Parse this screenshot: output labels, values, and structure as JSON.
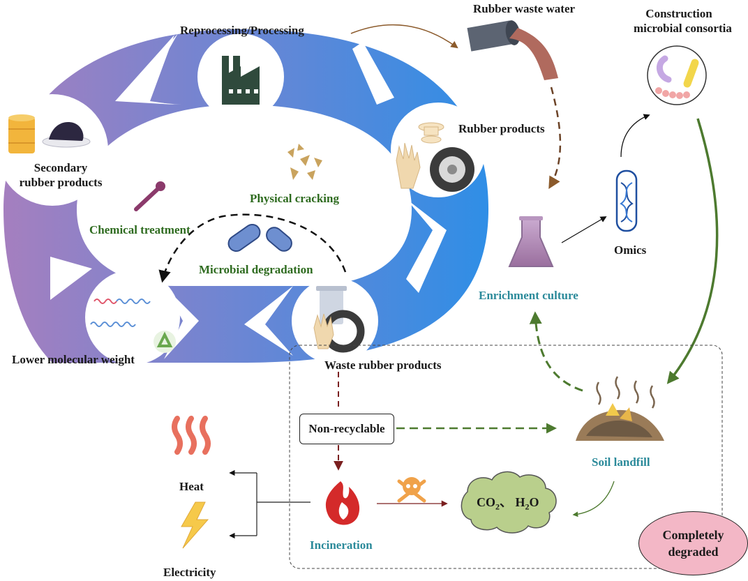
{
  "labels": {
    "reprocessing": "Reprocessing/Processing",
    "rubber_waste_water": "Rubber waste water",
    "construction_line1": "Construction",
    "construction_line2": "microbial consortia",
    "rubber_products": "Rubber products",
    "secondary_line1": "Secondary",
    "secondary_line2": "rubber products",
    "physical_cracking": "Physical cracking",
    "chemical_treatment": "Chemical treatment",
    "microbial_degradation": "Microbial degradation",
    "lower_molecular_weight": "Lower molecular weight",
    "waste_rubber_products": "Waste rubber products",
    "enrichment_culture": "Enrichment culture",
    "omics": "Omics",
    "non_recyclable": "Non-recyclable",
    "heat": "Heat",
    "electricity": "Electricity",
    "incineration": "Incineration",
    "co2_h2o": "CO",
    "co2_sub": "2",
    "h2o_pre": "、 H",
    "h2o_sub": "2",
    "h2o_post": "O",
    "soil_landfill": "Soil landfill",
    "completely_line1": "Completely",
    "completely_line2": "degraded"
  },
  "colors": {
    "cycle_purple": "#9b7fc0",
    "cycle_blue": "#3a8de0",
    "label_green": "#2e6b1f",
    "label_teal": "#2b8a9a",
    "arrow_darkred": "#7a1f1f",
    "arrow_green": "#4d7a2f",
    "cloud_green": "#b9cf8c",
    "oval_pink": "#f3b7c6"
  },
  "icons": [
    "factory-icon",
    "pipe-icon",
    "microbe-icon",
    "glove-icon",
    "tire-icon",
    "barrel-icon",
    "powder-icon",
    "fragments-icon",
    "dropper-icon",
    "bacteria-icon",
    "spring-icon",
    "recycle-icon",
    "trash-bin-icon",
    "flask-icon",
    "test-tube-icon",
    "landfill-icon",
    "heat-icon",
    "lightning-icon",
    "fire-icon",
    "skull-icon",
    "cloud-icon"
  ]
}
